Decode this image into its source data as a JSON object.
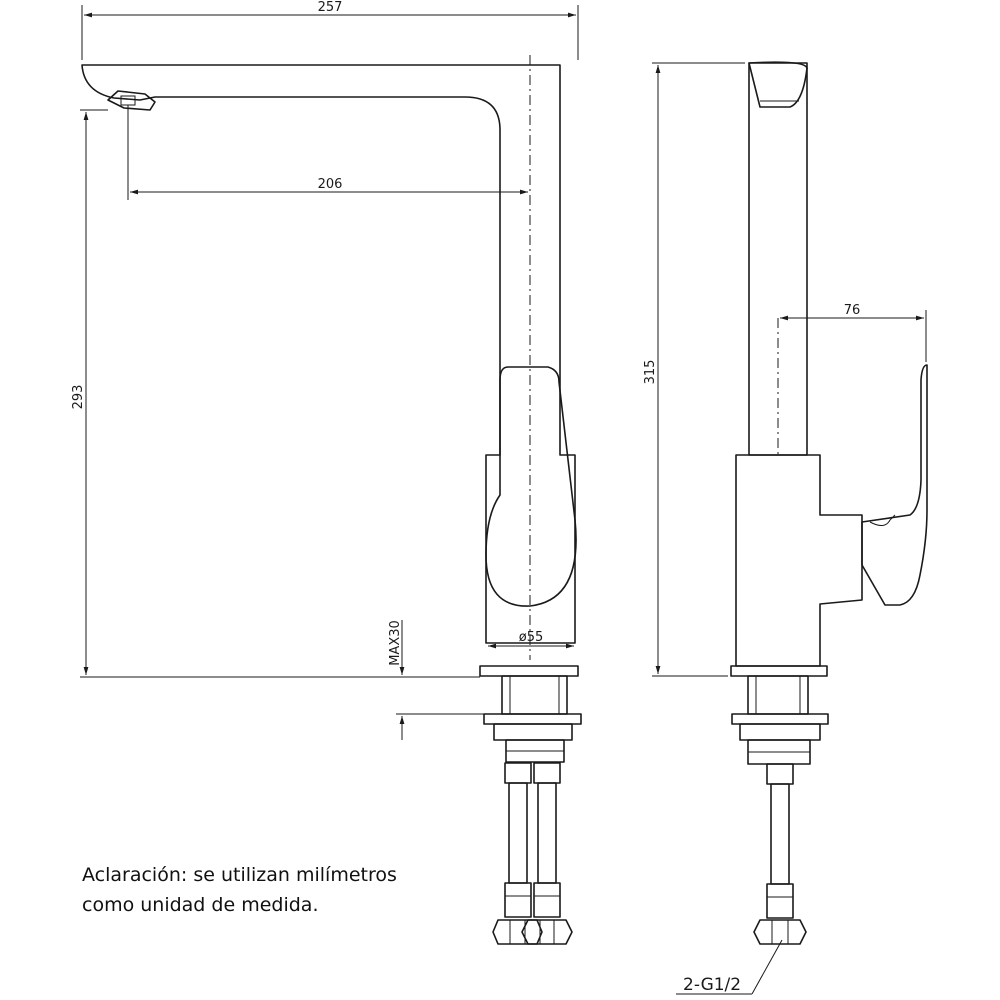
{
  "dimensions": {
    "overall_width": "257",
    "spout_reach": "206",
    "spout_height": "293",
    "overall_height": "315",
    "lever_depth": "76",
    "base_diameter": "ø55",
    "max_counter_thickness": "MAX30",
    "connection": "2-G1/2"
  },
  "note": {
    "line1": "Aclaración: se utilizan milímetros",
    "line2": "como unidad de medida."
  },
  "colors": {
    "line": "#1a1a1a",
    "background": "#ffffff"
  }
}
